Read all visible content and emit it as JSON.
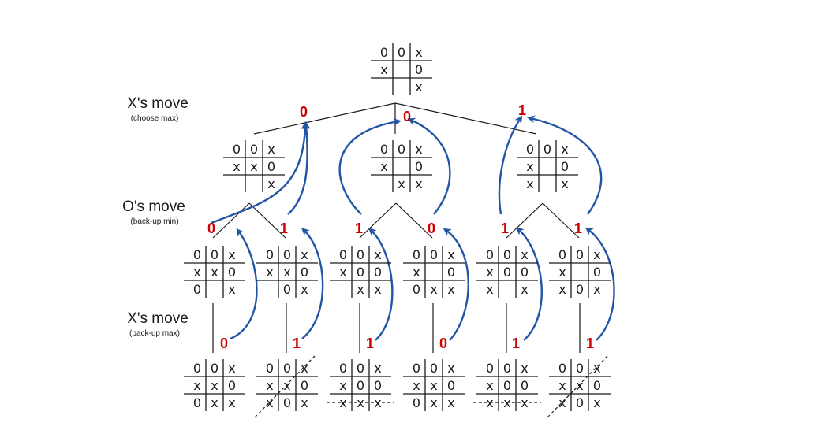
{
  "labels": [
    {
      "title": "X's move",
      "subtitle": "(choose max)"
    },
    {
      "title": "O's move",
      "subtitle": "(back-up min)"
    },
    {
      "title": "X's move",
      "subtitle": "(back-up max)"
    }
  ],
  "root": {
    "cells": [
      "0",
      "0",
      "x",
      "x",
      "",
      "0",
      "",
      "",
      "x"
    ]
  },
  "level1": [
    {
      "value": "0",
      "cells": [
        "0",
        "0",
        "x",
        "x",
        "x",
        "0",
        "",
        "",
        "x"
      ]
    },
    {
      "value": "0",
      "cells": [
        "0",
        "0",
        "x",
        "x",
        "",
        "0",
        "",
        "x",
        "x"
      ]
    },
    {
      "value": "1",
      "cells": [
        "0",
        "0",
        "x",
        "x",
        "",
        "0",
        "x",
        "",
        "x"
      ]
    }
  ],
  "level2": [
    {
      "value": "0",
      "cells": [
        "0",
        "0",
        "x",
        "x",
        "x",
        "0",
        "0",
        "",
        "x"
      ]
    },
    {
      "value": "1",
      "cells": [
        "0",
        "0",
        "x",
        "x",
        "x",
        "0",
        "",
        "0",
        "x"
      ]
    },
    {
      "value": "1",
      "cells": [
        "0",
        "0",
        "x",
        "x",
        "0",
        "0",
        "",
        "x",
        "x"
      ]
    },
    {
      "value": "0",
      "cells": [
        "0",
        "0",
        "x",
        "x",
        "",
        "0",
        "0",
        "x",
        "x"
      ]
    },
    {
      "value": "1",
      "cells": [
        "0",
        "0",
        "x",
        "x",
        "0",
        "0",
        "x",
        "",
        "x"
      ]
    },
    {
      "value": "1",
      "cells": [
        "0",
        "0",
        "x",
        "x",
        "",
        "0",
        "x",
        "0",
        "x"
      ]
    }
  ],
  "level3": [
    {
      "value": "0",
      "cells": [
        "0",
        "0",
        "x",
        "x",
        "x",
        "0",
        "0",
        "x",
        "x"
      ],
      "win": "none"
    },
    {
      "value": "1",
      "cells": [
        "0",
        "0",
        "x",
        "x",
        "x",
        "0",
        "x",
        "0",
        "x"
      ],
      "win": "diag"
    },
    {
      "value": "1",
      "cells": [
        "0",
        "0",
        "x",
        "x",
        "0",
        "0",
        "x",
        "x",
        "x"
      ],
      "win": "row"
    },
    {
      "value": "0",
      "cells": [
        "0",
        "0",
        "x",
        "x",
        "x",
        "0",
        "0",
        "x",
        "x"
      ],
      "win": "none"
    },
    {
      "value": "1",
      "cells": [
        "0",
        "0",
        "x",
        "x",
        "0",
        "0",
        "x",
        "x",
        "x"
      ],
      "win": "row"
    },
    {
      "value": "1",
      "cells": [
        "0",
        "0",
        "x",
        "x",
        "x",
        "0",
        "x",
        "0",
        "x"
      ],
      "win": "diag"
    }
  ]
}
